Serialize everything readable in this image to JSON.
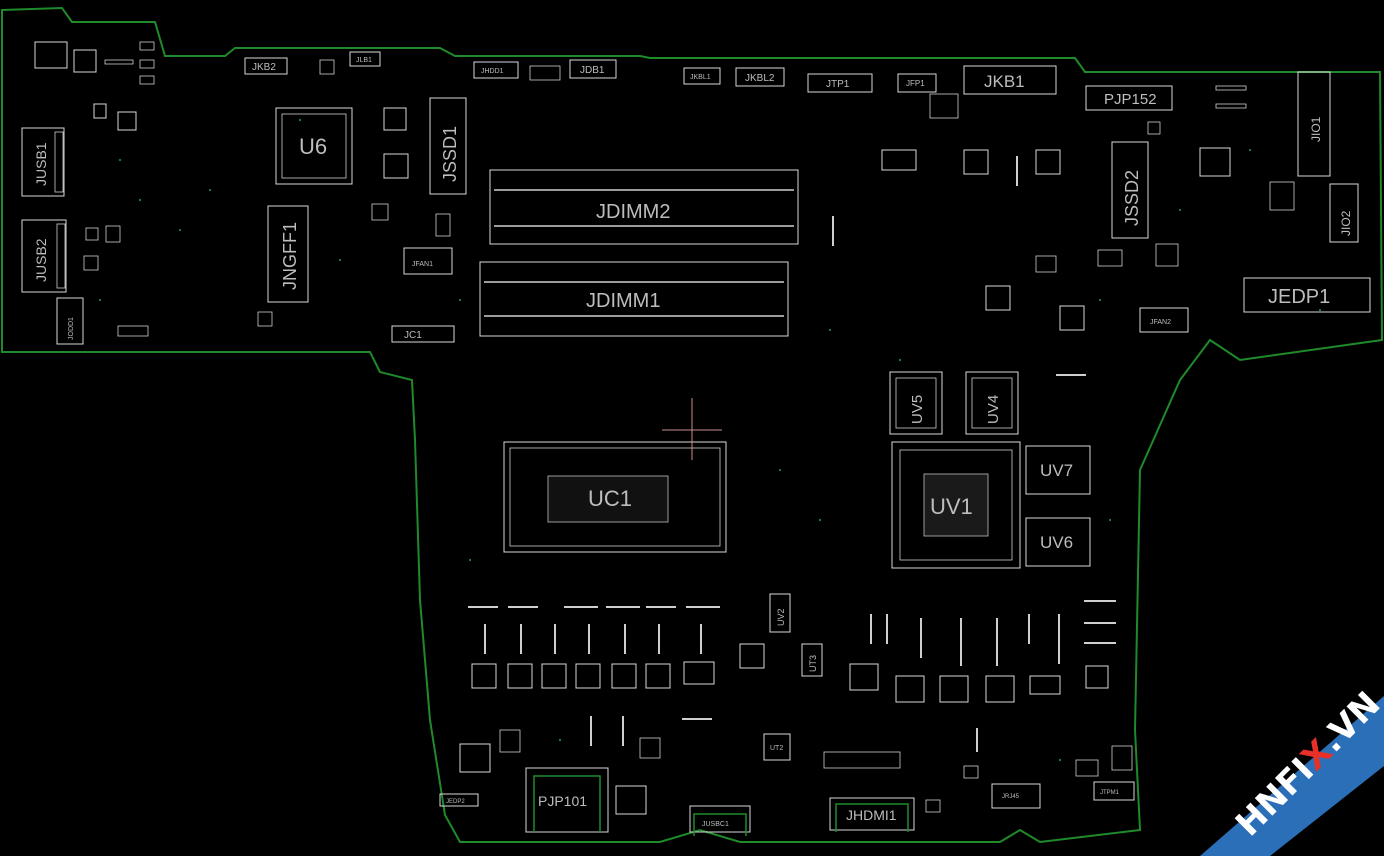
{
  "labels": {
    "u6": "U6",
    "jssd1": "JSSD1",
    "jngff1": "JNGFF1",
    "jusb1": "JUSB1",
    "jusb2": "JUSB2",
    "jkb2": "JKB2",
    "jlb1": "JLB1",
    "jhdd1": "JHDD1",
    "jdb1": "JDB1",
    "jkbl1": "JKBL1",
    "jkbl2": "JKBL2",
    "jtp1": "JTP1",
    "jfp1": "JFP1",
    "jkb1": "JKB1",
    "pjp152": "PJP152",
    "jio1": "JIO1",
    "jio2": "JIO2",
    "jssd2": "JSSD2",
    "jdimm2": "JDIMM2",
    "jdimm1": "JDIMM1",
    "jfan1": "JFAN1",
    "jfan2": "JFAN2",
    "jedp1": "JEDP1",
    "jc1": "JC1",
    "jodd1": "JODD1",
    "uv5": "UV5",
    "uv4": "UV4",
    "uv1": "UV1",
    "uv7": "UV7",
    "uv6": "UV6",
    "uc1": "UC1",
    "uv2": "UV2",
    "ut3": "UT3",
    "ut2": "UT2",
    "pjp101": "PJP101",
    "jusbc1": "JUSBC1",
    "jhdmi1": "JHDMI1",
    "jedp2": "JEDP2",
    "jrj45": "JRJ45",
    "jtpm1": "JTPM1"
  },
  "watermark": {
    "text_main": "HNFI",
    "text_x": "X",
    "text_end": ".VN"
  }
}
